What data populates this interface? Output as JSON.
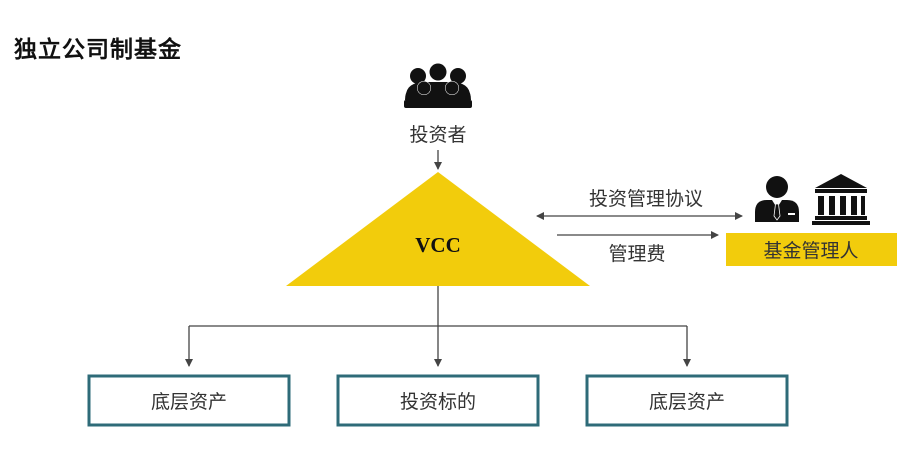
{
  "title": "独立公司制基金",
  "investor": {
    "label": "投资者",
    "icon": "investor-group-icon"
  },
  "vcc": {
    "label": "VCC",
    "color": "#F2CC0C"
  },
  "manager": {
    "label": "基金管理人",
    "color": "#F2CC0C",
    "icons": [
      "manager-person-icon",
      "bank-icon"
    ]
  },
  "relations": {
    "agreement": "投资管理协议",
    "fee": "管理费"
  },
  "assets": [
    {
      "label": "底层资产"
    },
    {
      "label": "投资标的"
    },
    {
      "label": "底层资产"
    }
  ],
  "colors": {
    "box_border": "#2E6B78",
    "line": "#444444"
  }
}
